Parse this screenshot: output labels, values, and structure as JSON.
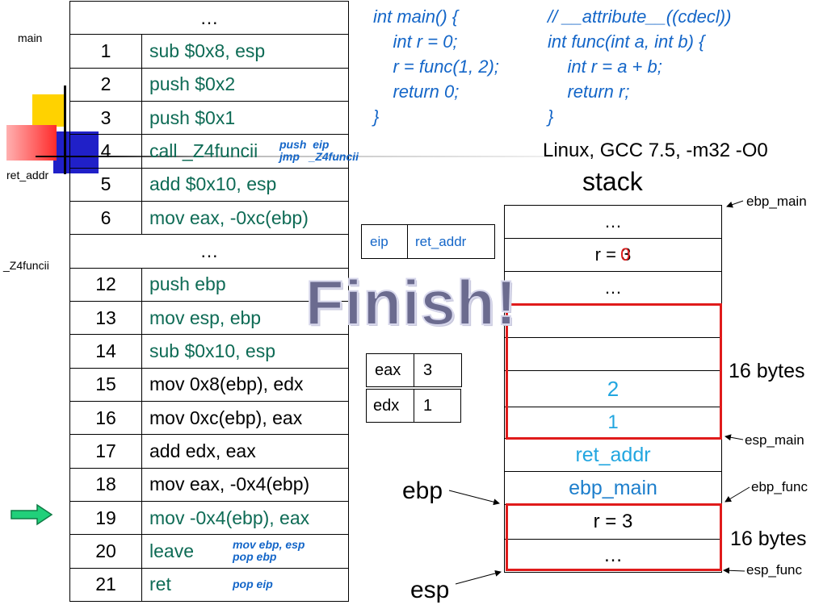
{
  "side_labels": {
    "main": "main",
    "ret_addr": "ret_addr",
    "func": "_Z4funcii"
  },
  "table": {
    "rows": [
      {
        "num": "",
        "ins": "…",
        "span": true
      },
      {
        "num": "1",
        "ins": "sub  $0x8, esp",
        "color": "green"
      },
      {
        "num": "2",
        "ins": "push $0x2",
        "color": "green"
      },
      {
        "num": "3",
        "ins": "push $0x1",
        "color": "green"
      },
      {
        "num": "4",
        "ins": "call _Z4funcii",
        "color": "green",
        "note": "push  eip\njmp   _Z4funcii"
      },
      {
        "num": "5",
        "ins": "add $0x10, esp",
        "color": "green"
      },
      {
        "num": "6",
        "ins": "mov eax, -0xc(ebp)",
        "color": "green"
      },
      {
        "num": "",
        "ins": "…",
        "span": true
      },
      {
        "num": "12",
        "ins": "push ebp",
        "color": "green"
      },
      {
        "num": "13",
        "ins": "mov esp, ebp",
        "color": "green"
      },
      {
        "num": "14",
        "ins": "sub  $0x10, esp",
        "color": "green"
      },
      {
        "num": "15",
        "ins": "mov 0x8(ebp), edx",
        "color": "black"
      },
      {
        "num": "16",
        "ins": "mov 0xc(ebp), eax",
        "color": "black"
      },
      {
        "num": "17",
        "ins": "add   edx, eax",
        "color": "black"
      },
      {
        "num": "18",
        "ins": "mov  eax, -0x4(ebp)",
        "color": "black"
      },
      {
        "num": "19",
        "ins": "mov  -0x4(ebp), eax",
        "color": "green"
      },
      {
        "num": "20",
        "ins": "leave",
        "color": "green",
        "note": "mov ebp, esp\npop ebp"
      },
      {
        "num": "21",
        "ins": "ret",
        "color": "green",
        "note": "pop eip"
      }
    ]
  },
  "code_main": "int main() {\n    int r = 0;\n    r = func(1, 2);\n    return 0;\n}",
  "code_func": "// __attribute__((cdecl))\nint func(int a, int b) {\n    int r = a + b;\n    return r;\n}",
  "platform": "Linux, GCC 7.5, -m32 -O0",
  "stack_title": "stack",
  "eip_box": {
    "name": "eip",
    "value": "ret_addr"
  },
  "registers": [
    {
      "name": "eax",
      "value": "3"
    },
    {
      "name": "edx",
      "value": "1"
    }
  ],
  "finish_text": "Finish!",
  "stack": {
    "rows": [
      {
        "text": "…"
      },
      {
        "text": "r = 3",
        "overlay": "0"
      },
      {
        "text": "…"
      },
      {
        "text": ""
      },
      {
        "text": ""
      },
      {
        "text": "2"
      },
      {
        "text": "1"
      },
      {
        "text": "ret_addr"
      },
      {
        "text": "ebp_main"
      },
      {
        "text": "r = 3"
      },
      {
        "text": "…"
      }
    ]
  },
  "annotations": {
    "ebp_main": "ebp_main",
    "esp_main": "esp_main",
    "ebp_func": "ebp_func",
    "esp_func": "esp_func",
    "ebp": "ebp",
    "esp": "esp",
    "bytes_upper": "16 bytes",
    "bytes_lower": "16 bytes"
  }
}
